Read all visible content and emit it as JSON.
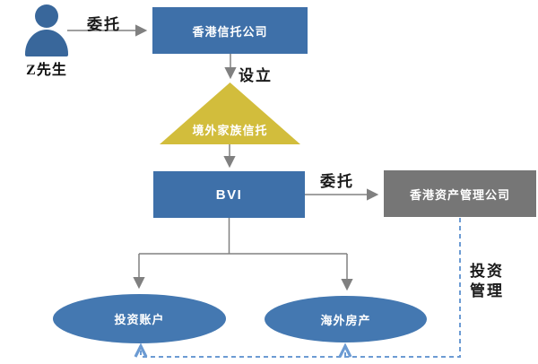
{
  "actor": {
    "label": "Z先生"
  },
  "nodes": {
    "trust_company": {
      "label": "香港信托公司"
    },
    "family_trust": {
      "label": "境外家族信托"
    },
    "bvi": {
      "label": "BVI"
    },
    "asset_management": {
      "label": "香港资产管理公司"
    },
    "investment_account": {
      "label": "投资账户"
    },
    "overseas_property": {
      "label": "海外房产"
    }
  },
  "edges": {
    "actor_to_trust": {
      "label": "委托"
    },
    "trust_to_family_trust": {
      "label": "设立"
    },
    "bvi_to_asset_mgmt": {
      "label": "委托"
    },
    "asset_mgmt_to_assets": {
      "label": "投资管理"
    }
  },
  "colors": {
    "box_blue": "#3E70A9",
    "ellipse_blue": "#4478B1",
    "triangle_gold": "#D2BD3C",
    "gray_box": "#767676",
    "person_blue": "#39679B",
    "arrow_gray": "#808080",
    "dashed_blue": "#6C9BD3",
    "node_text": "#FFFFFF",
    "label_text": "#1A1A1A"
  }
}
